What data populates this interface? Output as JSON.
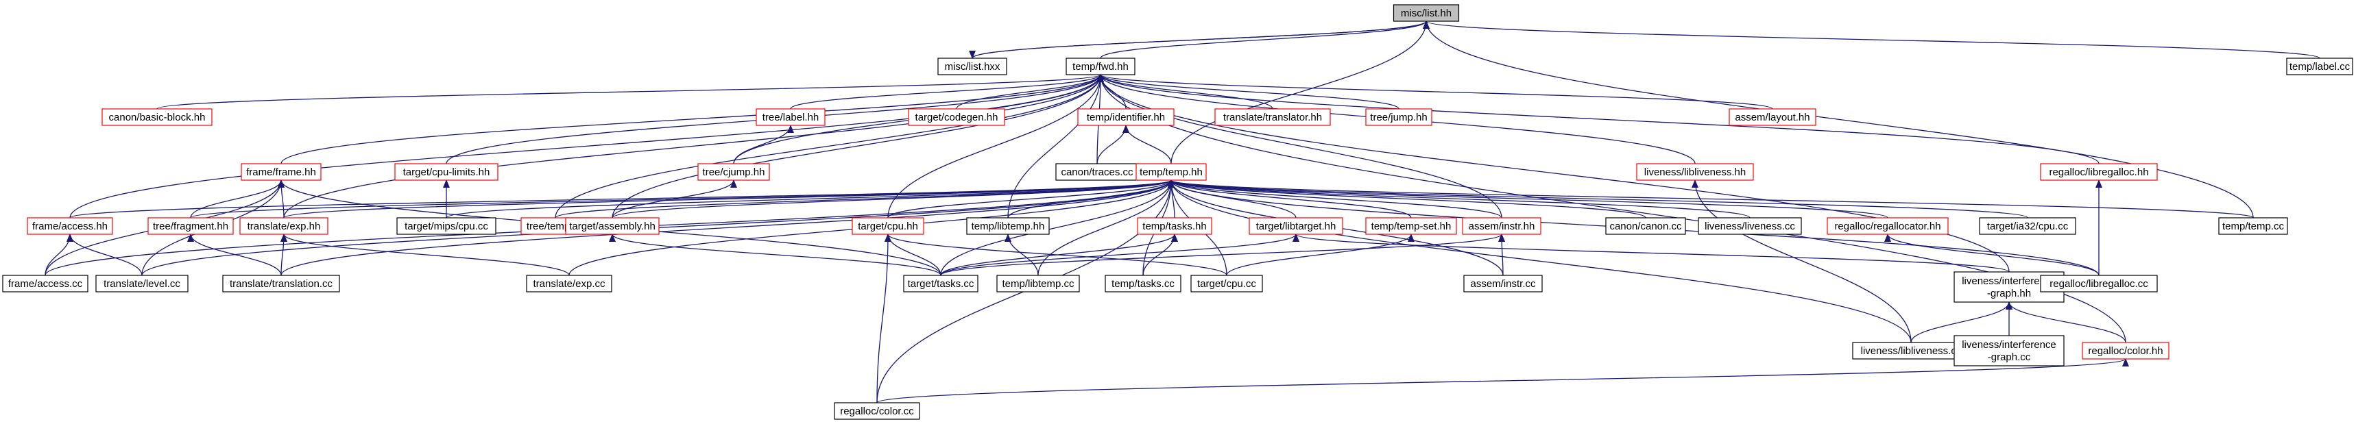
{
  "colors": {
    "edge": "#191970",
    "border_default": "#bfbfbf",
    "border_red": "#ff0000",
    "border_black": "#000000",
    "focus_fill": "#bfbfbf",
    "node_fill": "#ffffff",
    "text": "#000000"
  },
  "nodes": [
    {
      "id": "misc_list_hh",
      "label": "misc/list.hh",
      "style": "focus"
    },
    {
      "id": "misc_list_hxx",
      "label": "misc/list.hxx",
      "style": "black"
    },
    {
      "id": "temp_fwd_hh",
      "label": "temp/fwd.hh",
      "style": "black"
    },
    {
      "id": "temp_label_cc",
      "label": "temp/label.cc",
      "style": "black"
    },
    {
      "id": "canon_basic_block_hh",
      "label": "canon/basic-block.hh",
      "style": "red"
    },
    {
      "id": "tree_label_hh",
      "label": "tree/label.hh",
      "style": "red"
    },
    {
      "id": "target_codegen_hh",
      "label": "target/codegen.hh",
      "style": "red"
    },
    {
      "id": "temp_identifier_hh",
      "label": "temp/identifier.hh",
      "style": "red"
    },
    {
      "id": "translate_translator_hh",
      "label": "translate/translator.hh",
      "style": "red"
    },
    {
      "id": "tree_jump_hh",
      "label": "tree/jump.hh",
      "style": "red"
    },
    {
      "id": "assem_layout_hh",
      "label": "assem/layout.hh",
      "style": "red"
    },
    {
      "id": "frame_frame_hh",
      "label": "frame/frame.hh",
      "style": "red"
    },
    {
      "id": "target_cpu_limits_hh",
      "label": "target/cpu-limits.hh",
      "style": "red"
    },
    {
      "id": "tree_cjump_hh",
      "label": "tree/cjump.hh",
      "style": "red"
    },
    {
      "id": "canon_traces_cc",
      "label": "canon/traces.cc",
      "style": "black"
    },
    {
      "id": "liveness_libliveness_hh",
      "label": "liveness/libliveness.hh",
      "style": "red"
    },
    {
      "id": "regalloc_libregalloc_hh",
      "label": "regalloc/libregalloc.hh",
      "style": "red"
    },
    {
      "id": "temp_temp_hh",
      "label": "temp/temp.hh",
      "style": "red"
    },
    {
      "id": "frame_access_hh",
      "label": "frame/access.hh",
      "style": "red"
    },
    {
      "id": "tree_fragment_hh",
      "label": "tree/fragment.hh",
      "style": "red"
    },
    {
      "id": "translate_exp_hh",
      "label": "translate/exp.hh",
      "style": "red"
    },
    {
      "id": "target_mips_cpu_cc",
      "label": "target/mips/cpu.cc",
      "style": "black"
    },
    {
      "id": "tree_temp_hh",
      "label": "tree/temp.hh",
      "style": "red"
    },
    {
      "id": "target_assembly_hh",
      "label": "target/assembly.hh",
      "style": "red"
    },
    {
      "id": "target_cpu_hh",
      "label": "target/cpu.hh",
      "style": "red"
    },
    {
      "id": "temp_libtemp_hh",
      "label": "temp/libtemp.hh",
      "style": "black"
    },
    {
      "id": "temp_tasks_hh",
      "label": "temp/tasks.hh",
      "style": "red"
    },
    {
      "id": "target_libtarget_hh",
      "label": "target/libtarget.hh",
      "style": "red"
    },
    {
      "id": "temp_temp_set_hh",
      "label": "temp/temp-set.hh",
      "style": "red"
    },
    {
      "id": "assem_instr_hh",
      "label": "assem/instr.hh",
      "style": "red"
    },
    {
      "id": "canon_canon_cc",
      "label": "canon/canon.cc",
      "style": "black"
    },
    {
      "id": "liveness_liveness_cc",
      "label": "liveness/liveness.cc",
      "style": "black"
    },
    {
      "id": "regalloc_regallocator_hh",
      "label": "regalloc/regallocator.hh",
      "style": "red"
    },
    {
      "id": "target_ia32_cpu_cc",
      "label": "target/ia32/cpu.cc",
      "style": "black"
    },
    {
      "id": "temp_temp_cc",
      "label": "temp/temp.cc",
      "style": "black"
    },
    {
      "id": "frame_access_cc",
      "label": "frame/access.cc",
      "style": "black"
    },
    {
      "id": "translate_level_cc",
      "label": "translate/level.cc",
      "style": "black"
    },
    {
      "id": "translate_translation_cc",
      "label": "translate/translation.cc",
      "style": "black"
    },
    {
      "id": "translate_exp_cc",
      "label": "translate/exp.cc",
      "style": "black"
    },
    {
      "id": "target_tasks_cc",
      "label": "target/tasks.cc",
      "style": "black"
    },
    {
      "id": "temp_libtemp_cc",
      "label": "temp/libtemp.cc",
      "style": "black"
    },
    {
      "id": "temp_tasks_cc",
      "label": "temp/tasks.cc",
      "style": "black"
    },
    {
      "id": "target_cpu_cc",
      "label": "target/cpu.cc",
      "style": "black"
    },
    {
      "id": "assem_instr_cc",
      "label": "assem/instr.cc",
      "style": "black"
    },
    {
      "id": "liveness_interference_graph_hh",
      "label": [
        "liveness/interference",
        "-graph.hh"
      ],
      "style": "black"
    },
    {
      "id": "regalloc_libregalloc_cc",
      "label": "regalloc/libregalloc.cc",
      "style": "black"
    },
    {
      "id": "liveness_libliveness_cc",
      "label": "liveness/libliveness.cc",
      "style": "black"
    },
    {
      "id": "liveness_interference_graph_cc",
      "label": [
        "liveness/interference",
        "-graph.cc"
      ],
      "style": "black"
    },
    {
      "id": "regalloc_color_hh",
      "label": "regalloc/color.hh",
      "style": "red"
    },
    {
      "id": "regalloc_color_cc",
      "label": "regalloc/color.cc",
      "style": "black"
    }
  ],
  "edges": [
    [
      "misc_list_hh",
      "misc_list_hxx"
    ],
    [
      "misc_list_hh",
      "temp_fwd_hh"
    ],
    [
      "misc_list_hh",
      "temp_label_cc"
    ],
    [
      "misc_list_hh",
      "temp_temp_hh"
    ],
    [
      "misc_list_hh",
      "temp_temp_cc"
    ],
    [
      "misc_list_hxx",
      "misc_list_hh"
    ],
    [
      "temp_fwd_hh",
      "canon_basic_block_hh"
    ],
    [
      "temp_fwd_hh",
      "tree_label_hh"
    ],
    [
      "temp_fwd_hh",
      "target_codegen_hh"
    ],
    [
      "temp_fwd_hh",
      "temp_identifier_hh"
    ],
    [
      "temp_fwd_hh",
      "translate_translator_hh"
    ],
    [
      "temp_fwd_hh",
      "tree_jump_hh"
    ],
    [
      "temp_fwd_hh",
      "assem_layout_hh"
    ],
    [
      "temp_fwd_hh",
      "frame_frame_hh"
    ],
    [
      "temp_fwd_hh",
      "target_cpu_limits_hh"
    ],
    [
      "temp_fwd_hh",
      "tree_cjump_hh"
    ],
    [
      "temp_fwd_hh",
      "canon_traces_cc"
    ],
    [
      "temp_fwd_hh",
      "liveness_libliveness_hh"
    ],
    [
      "temp_fwd_hh",
      "regalloc_libregalloc_hh"
    ],
    [
      "temp_fwd_hh",
      "frame_access_hh"
    ],
    [
      "temp_fwd_hh",
      "translate_exp_hh"
    ],
    [
      "temp_fwd_hh",
      "tree_temp_hh"
    ],
    [
      "temp_fwd_hh",
      "target_assembly_hh"
    ],
    [
      "temp_fwd_hh",
      "target_cpu_hh"
    ],
    [
      "temp_fwd_hh",
      "temp_libtemp_hh"
    ],
    [
      "temp_fwd_hh",
      "assem_instr_hh"
    ],
    [
      "temp_fwd_hh",
      "liveness_interference_graph_hh"
    ],
    [
      "temp_fwd_hh",
      "regalloc_color_hh"
    ],
    [
      "tree_label_hh",
      "tree_cjump_hh"
    ],
    [
      "temp_identifier_hh",
      "canon_traces_cc"
    ],
    [
      "temp_identifier_hh",
      "temp_temp_hh"
    ],
    [
      "frame_frame_hh",
      "frame_access_cc"
    ],
    [
      "frame_frame_hh",
      "translate_level_cc"
    ],
    [
      "frame_frame_hh",
      "tree_fragment_hh"
    ],
    [
      "frame_frame_hh",
      "translate_exp_hh"
    ],
    [
      "frame_frame_hh",
      "target_tasks_cc"
    ],
    [
      "target_cpu_limits_hh",
      "target_mips_cpu_cc"
    ],
    [
      "tree_cjump_hh",
      "target_assembly_hh"
    ],
    [
      "liveness_libliveness_hh",
      "liveness_libliveness_cc"
    ],
    [
      "regalloc_libregalloc_hh",
      "regalloc_libregalloc_cc"
    ],
    [
      "temp_temp_hh",
      "frame_access_hh"
    ],
    [
      "temp_temp_hh",
      "tree_fragment_hh"
    ],
    [
      "temp_temp_hh",
      "translate_exp_hh"
    ],
    [
      "temp_temp_hh",
      "target_mips_cpu_cc"
    ],
    [
      "temp_temp_hh",
      "tree_temp_hh"
    ],
    [
      "temp_temp_hh",
      "target_assembly_hh"
    ],
    [
      "temp_temp_hh",
      "target_cpu_hh"
    ],
    [
      "temp_temp_hh",
      "temp_libtemp_hh"
    ],
    [
      "temp_temp_hh",
      "temp_tasks_hh"
    ],
    [
      "temp_temp_hh",
      "target_libtarget_hh"
    ],
    [
      "temp_temp_hh",
      "temp_temp_set_hh"
    ],
    [
      "temp_temp_hh",
      "assem_instr_hh"
    ],
    [
      "temp_temp_hh",
      "canon_canon_cc"
    ],
    [
      "temp_temp_hh",
      "liveness_liveness_cc"
    ],
    [
      "temp_temp_hh",
      "regalloc_regallocator_hh"
    ],
    [
      "temp_temp_hh",
      "target_ia32_cpu_cc"
    ],
    [
      "temp_temp_hh",
      "temp_temp_cc"
    ],
    [
      "temp_temp_hh",
      "frame_access_cc"
    ],
    [
      "temp_temp_hh",
      "translate_level_cc"
    ],
    [
      "temp_temp_hh",
      "translate_translation_cc"
    ],
    [
      "temp_temp_hh",
      "translate_exp_cc"
    ],
    [
      "temp_temp_hh",
      "target_tasks_cc"
    ],
    [
      "temp_temp_hh",
      "temp_libtemp_cc"
    ],
    [
      "temp_temp_hh",
      "temp_tasks_cc"
    ],
    [
      "temp_temp_hh",
      "target_cpu_cc"
    ],
    [
      "temp_temp_hh",
      "assem_instr_cc"
    ],
    [
      "temp_temp_hh",
      "regalloc_libregalloc_cc"
    ],
    [
      "temp_temp_hh",
      "liveness_libliveness_cc"
    ],
    [
      "temp_temp_hh",
      "regalloc_color_cc"
    ],
    [
      "frame_access_hh",
      "frame_access_cc"
    ],
    [
      "frame_access_hh",
      "translate_level_cc"
    ],
    [
      "tree_fragment_hh",
      "translate_translation_cc"
    ],
    [
      "translate_exp_hh",
      "translate_translation_cc"
    ],
    [
      "translate_exp_hh",
      "translate_exp_cc"
    ],
    [
      "target_assembly_hh",
      "target_tasks_cc"
    ],
    [
      "target_cpu_hh",
      "target_tasks_cc"
    ],
    [
      "target_cpu_hh",
      "target_cpu_cc"
    ],
    [
      "target_cpu_hh",
      "regalloc_color_cc"
    ],
    [
      "temp_libtemp_hh",
      "temp_libtemp_cc"
    ],
    [
      "temp_tasks_hh",
      "target_tasks_cc"
    ],
    [
      "temp_tasks_hh",
      "temp_tasks_cc"
    ],
    [
      "target_libtarget_hh",
      "target_tasks_cc"
    ],
    [
      "target_libtarget_hh",
      "liveness_interference_graph_hh"
    ],
    [
      "temp_temp_set_hh",
      "target_cpu_cc"
    ],
    [
      "assem_instr_hh",
      "target_tasks_cc"
    ],
    [
      "assem_instr_hh",
      "assem_instr_cc"
    ],
    [
      "regalloc_regallocator_hh",
      "regalloc_libregalloc_cc"
    ],
    [
      "liveness_interference_graph_hh",
      "liveness_libliveness_cc"
    ],
    [
      "liveness_interference_graph_hh",
      "liveness_interference_graph_cc"
    ],
    [
      "liveness_interference_graph_hh",
      "regalloc_color_hh"
    ],
    [
      "regalloc_color_hh",
      "regalloc_color_cc"
    ]
  ]
}
